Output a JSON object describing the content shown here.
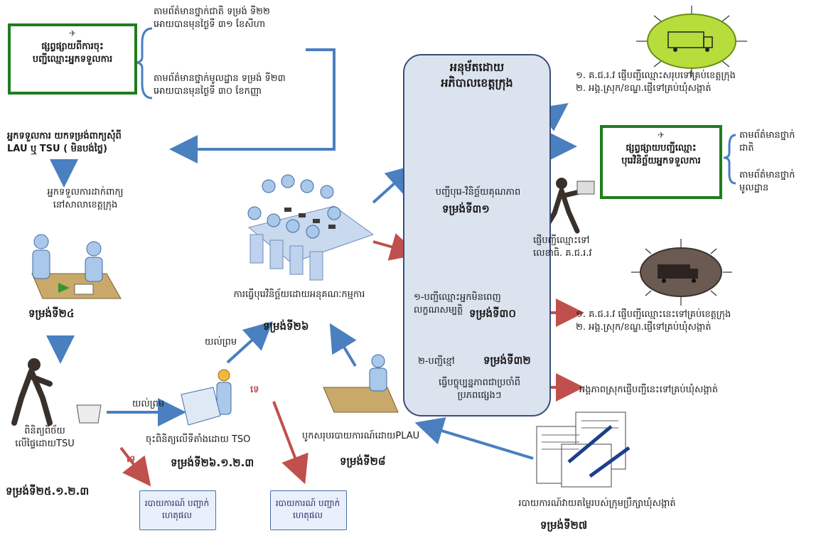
{
  "boxes": {
    "left_green": "ផ្សព្វផ្សាយពីការចុះ\nបញ្ជីឈ្មោះអ្នកទទួលការ",
    "right_green": "ផ្សព្វផ្សាយបញ្ជីឈ្មោះ\nបុរេវិនិច្ឆ័យអ្នកទទួលការ"
  },
  "top_notes": {
    "national": "តាមព័ត៌មានថ្នាក់ជាតិ ទម្រង់ ទី២២\nអោយបានមុនថ្ងៃទី ៣១ ខែសីហា",
    "local": "តាមព័ត៌មានថ្នាក់មូលដ្ឋាន ទម្រង់ ទី២៣\nអោយបានមុនថ្ងៃទី ៣០ ខែកញ្ញា"
  },
  "left_column": {
    "collect": "អ្នកទទួលការ យកទម្រង់ពាក្យសុំពី\nLAU ឬ TSU ( មិនបង់ថ្លៃ)",
    "submit": "អ្នកទទួលការដាក់ពាក្យ\nនៅសាលាខេត្តក្រុង",
    "form24": "ទម្រង់ទី២៤",
    "verify": "ពិនិត្យពិច័យ\nលើផ្ទៃដោយTSU",
    "form25": "ទម្រង់ទី២៥.១.២.៣"
  },
  "center": {
    "committee": "ការធ្វើបុរេវិនិច្ឆ័យដោយអនុគណៈកម្មការ",
    "form26": "ទម្រង់ទី២៦",
    "agree_top": "យល់ព្រម",
    "agree_bottom": "យល់ព្រម",
    "tso_check": "ចុះពិនិត្យលើទីតាំងដោយ TSO",
    "form26b": "ទម្រង់ទី២៦.១.២.៣",
    "plau": "បូកសរុបរបាយការណ៍ដោយPLAU",
    "form28": "ទម្រង់ទី២៨",
    "no_left": "ទេ",
    "no_mid": "ទេ",
    "report_left": "របាយការណ៍\nបញ្ជាក់ហេតុផល",
    "report_mid": "របាយការណ៍\nបញ្ជាក់ហេតុផល"
  },
  "panel": {
    "title": "អនុម័តដោយ\nអភិបាលខេត្តក្រុង",
    "list1": "បញ្ជីបុរេ-វិនិច្ឆ័យគុណភាព",
    "form31": "ទម្រង់ទី៣១",
    "list2": "១-បញ្ជីឈ្មោះអ្នកមិនពេញ\nលក្ខណសម្បត្តិ",
    "form30": "ទម្រង់ទី៣០",
    "list3": "២-បញ្ជីខ្មៅ",
    "form32": "ទម្រង់ទី៣២",
    "list3_note": "ធ្វើបច្ចុប្បន្នភាពជាប្រចាំពី\nប្រភពផ្សេងៗ"
  },
  "right": {
    "send_top": "១. គ.ជ.រ.វ ផ្ញើបញ្ជីឈ្មោះសរុបទៅគ្រប់ខេត្តក្រុង\n២. អង្គ.ស្រុក/ខណ្ឌ.ផ្ញើទៅគ្រប់ឃុំសង្កាត់",
    "right_national": "តាមព័ត៌មានថ្នាក់\nជាតិ",
    "right_local": "តាមព័ត៌មានថ្នាក់\nមូលដ្ឋាន",
    "courier": "ផ្ញើបញ្ជីឈ្មោះទៅ\nលេខាធិ. គ.ជ.រ.វ",
    "send_mid": "១. គ.ជ.រ.វ ផ្ញើបញ្ជីឈ្មោះនេះទៅគ្រប់ខេត្តក្រុង\n២. អង្គ.ស្រុក/ខណ្ឌ.ផ្ញើទៅគ្រប់ឃុំសង្កាត់",
    "send_black": "អង្គភាពស្រុកផ្ញើបញ្ជីនេះទៅគ្រប់ឃុំសង្កាត់",
    "commune": "របាយការណ៍វាយតម្លៃរបស់ក្រុមប្រឹក្សាឃុំសង្កាត់",
    "form27": "ទម្រង់ទី២៧"
  },
  "colors": {
    "green": "#1e7d1e",
    "blue": "#4a7fc0",
    "red": "#c0504d",
    "panel": "#dbe3ef"
  }
}
